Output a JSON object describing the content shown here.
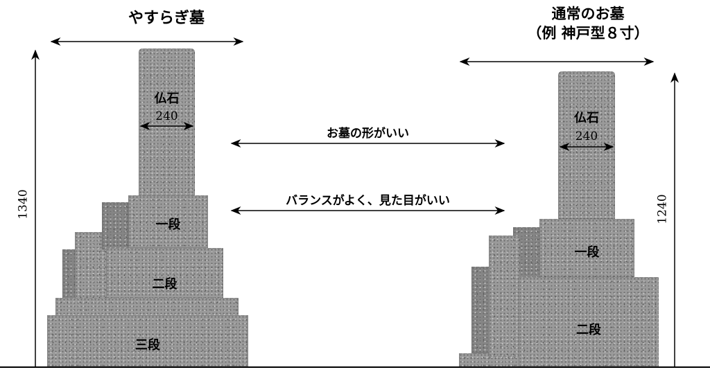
{
  "left_grave": {
    "title": "やすらぎ墓",
    "height_label": "1340",
    "pillar_label": "仏石",
    "pillar_width": "240",
    "tiers": [
      "一段",
      "二段",
      "三段"
    ]
  },
  "right_grave": {
    "title_line1": "通常のお墓",
    "title_line2": "（例 神戸型８寸）",
    "height_label": "1240",
    "pillar_label": "仏石",
    "pillar_width": "240",
    "tiers": [
      "一段",
      "二段"
    ]
  },
  "comparison": {
    "point1": "お墓の形がいい",
    "point2": "バランスがよく、見た目がいい"
  }
}
